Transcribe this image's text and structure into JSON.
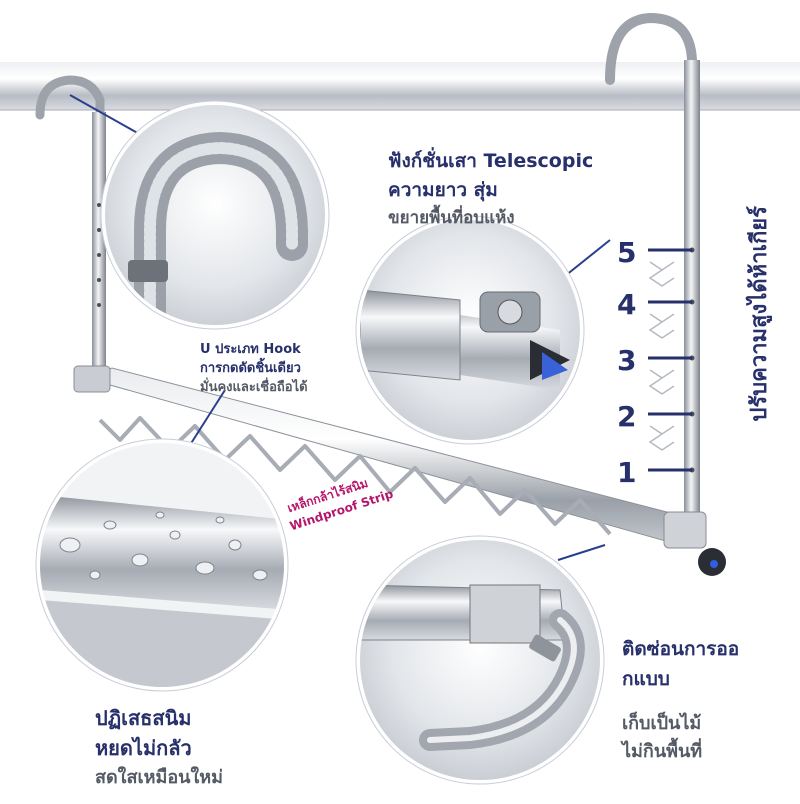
{
  "feature_telescopic": {
    "title": "ฟังก์ชั่นเสา Telescopic",
    "subtitle": "ความยาว สุ่ม",
    "desc": "ขยายพื้นที่อบแห้ง"
  },
  "feature_hook": {
    "line1": "U ประเภท Hook",
    "line2": "การกดดัดชิ้นเดียว",
    "line3": "มั่นคงและเชื่อถือได้"
  },
  "feature_windproof": {
    "line1": "เหล็กกล้าไร้สนิม",
    "line2": "Windproof Strip",
    "color": "#b5166b"
  },
  "feature_rust": {
    "line1": "ปฏิเสธสนิม",
    "line2": "หยดไม่กลัว",
    "line3": "สดใสเหมือนใหม่"
  },
  "feature_hidden": {
    "line1": "ติดซ่อนการออ",
    "line2": "กแบบ",
    "line3": "เก็บเป็นไม้",
    "line4": "ไม่กินพื้นที่"
  },
  "height_adjust": {
    "label": "ปรับความสูงได้ห้าเกียร์",
    "levels": [
      "5",
      "4",
      "3",
      "2",
      "1"
    ]
  },
  "colors": {
    "navy": "#27306b",
    "gray": "#555b66",
    "accent": "#3a57c9",
    "steel": "#b9bec6"
  }
}
